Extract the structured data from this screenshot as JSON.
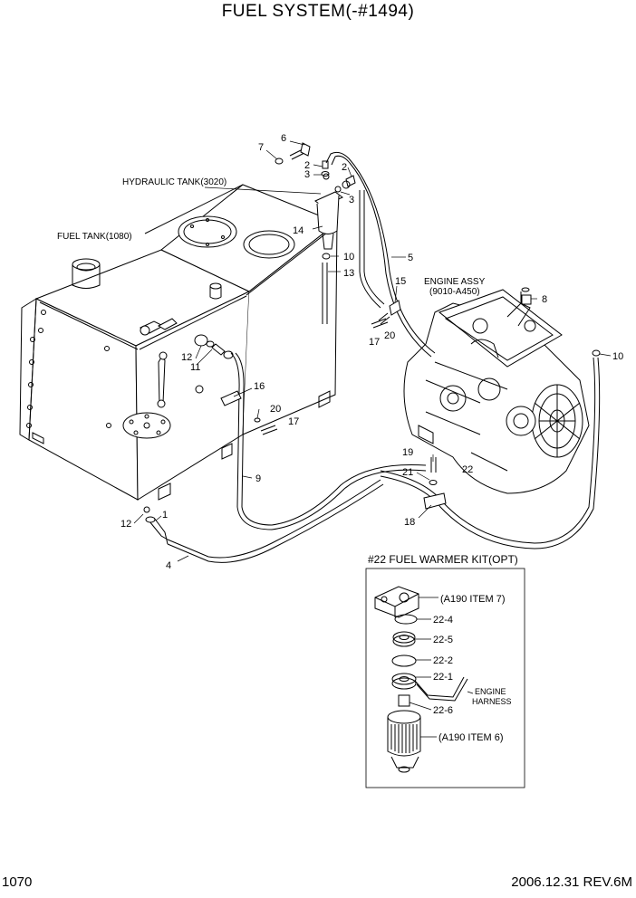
{
  "header": {
    "title": "FUEL SYSTEM(-#1494)"
  },
  "footer": {
    "page_number": "1070",
    "revision": "2006.12.31  REV.6M"
  },
  "labels": {
    "hydraulic_tank": "HYDRAULIC TANK(3020)",
    "fuel_tank": "FUEL TANK(1080)",
    "engine_assy_line1": "ENGINE ASSY",
    "engine_assy_line2": "(9010-A450)",
    "kit_title": "#22 FUEL WARMER KIT(OPT)",
    "a190_item7": "(A190 ITEM 7)",
    "a190_item6": "(A190 ITEM 6)",
    "engine_harness_line1": "ENGINE",
    "engine_harness_line2": "HARNESS"
  },
  "callouts": {
    "c6": "6",
    "c7": "7",
    "c2a": "2",
    "c3a": "3",
    "c2b": "2",
    "c3b": "3",
    "c14": "14",
    "c10a": "10",
    "c13": "13",
    "c5": "5",
    "c15": "15",
    "c8": "8",
    "c17a": "17",
    "c20a": "20",
    "c10b": "10",
    "c12a": "12",
    "c11": "11",
    "c16": "16",
    "c20b": "20",
    "c17b": "17",
    "c9": "9",
    "c19": "19",
    "c21": "21",
    "c22": "22",
    "c18": "18",
    "c12b": "12",
    "c1": "1",
    "c4": "4",
    "k22_4": "22-4",
    "k22_5": "22-5",
    "k22_2": "22-2",
    "k22_1": "22-1",
    "k22_6": "22-6"
  }
}
